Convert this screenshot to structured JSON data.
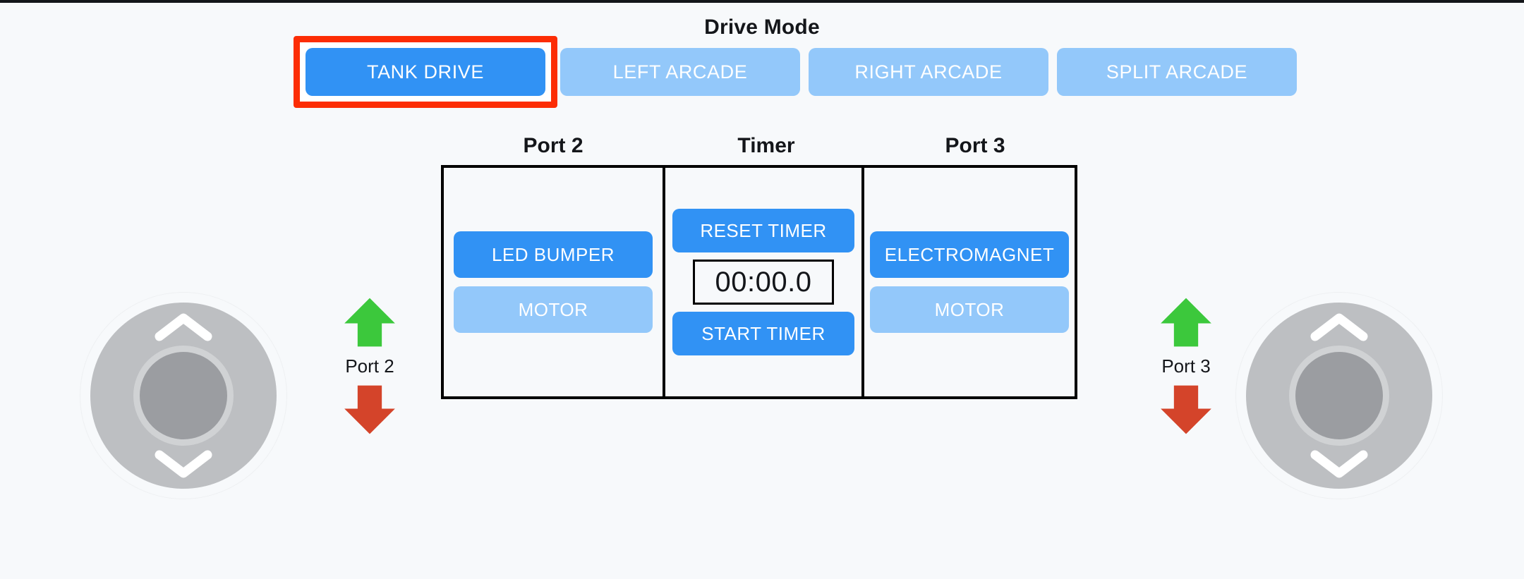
{
  "page": {
    "background_color": "#f7f9fb",
    "accent_blue": "#3192f4",
    "muted_blue": "#93c8fa",
    "selection_outline_color": "#fc2d05",
    "arrow_up_color": "#3cc83c",
    "arrow_down_color": "#d4442a",
    "panel_border_color": "#000000"
  },
  "drive_mode": {
    "title": "Drive Mode",
    "selected": "TANK DRIVE",
    "options": [
      {
        "label": "TANK DRIVE",
        "active": true,
        "selected": true
      },
      {
        "label": "LEFT ARCADE",
        "active": false,
        "selected": false
      },
      {
        "label": "RIGHT ARCADE",
        "active": false,
        "selected": false
      },
      {
        "label": "SPLIT ARCADE",
        "active": false,
        "selected": false
      }
    ]
  },
  "console": {
    "port2": {
      "title": "Port 2",
      "devices": [
        {
          "label": "LED BUMPER",
          "active": true
        },
        {
          "label": "MOTOR",
          "active": false
        }
      ]
    },
    "timer": {
      "title": "Timer",
      "reset_label": "RESET TIMER",
      "start_label": "START TIMER",
      "display": "00:00.0"
    },
    "port3": {
      "title": "Port 3",
      "devices": [
        {
          "label": "ELECTROMAGNET",
          "active": true
        },
        {
          "label": "MOTOR",
          "active": false
        }
      ]
    }
  },
  "arrow_controls": [
    {
      "label": "Port 2",
      "up_icon": "arrow-up-icon",
      "down_icon": "arrow-down-icon"
    },
    {
      "label": "Port 3",
      "up_icon": "arrow-up-icon",
      "down_icon": "arrow-down-icon"
    }
  ],
  "joysticks": [
    {
      "name": "left-joystick",
      "chevron_up_icon": "chevron-up-icon",
      "chevron_down_icon": "chevron-down-icon"
    },
    {
      "name": "right-joystick",
      "chevron_up_icon": "chevron-up-icon",
      "chevron_down_icon": "chevron-down-icon"
    }
  ]
}
